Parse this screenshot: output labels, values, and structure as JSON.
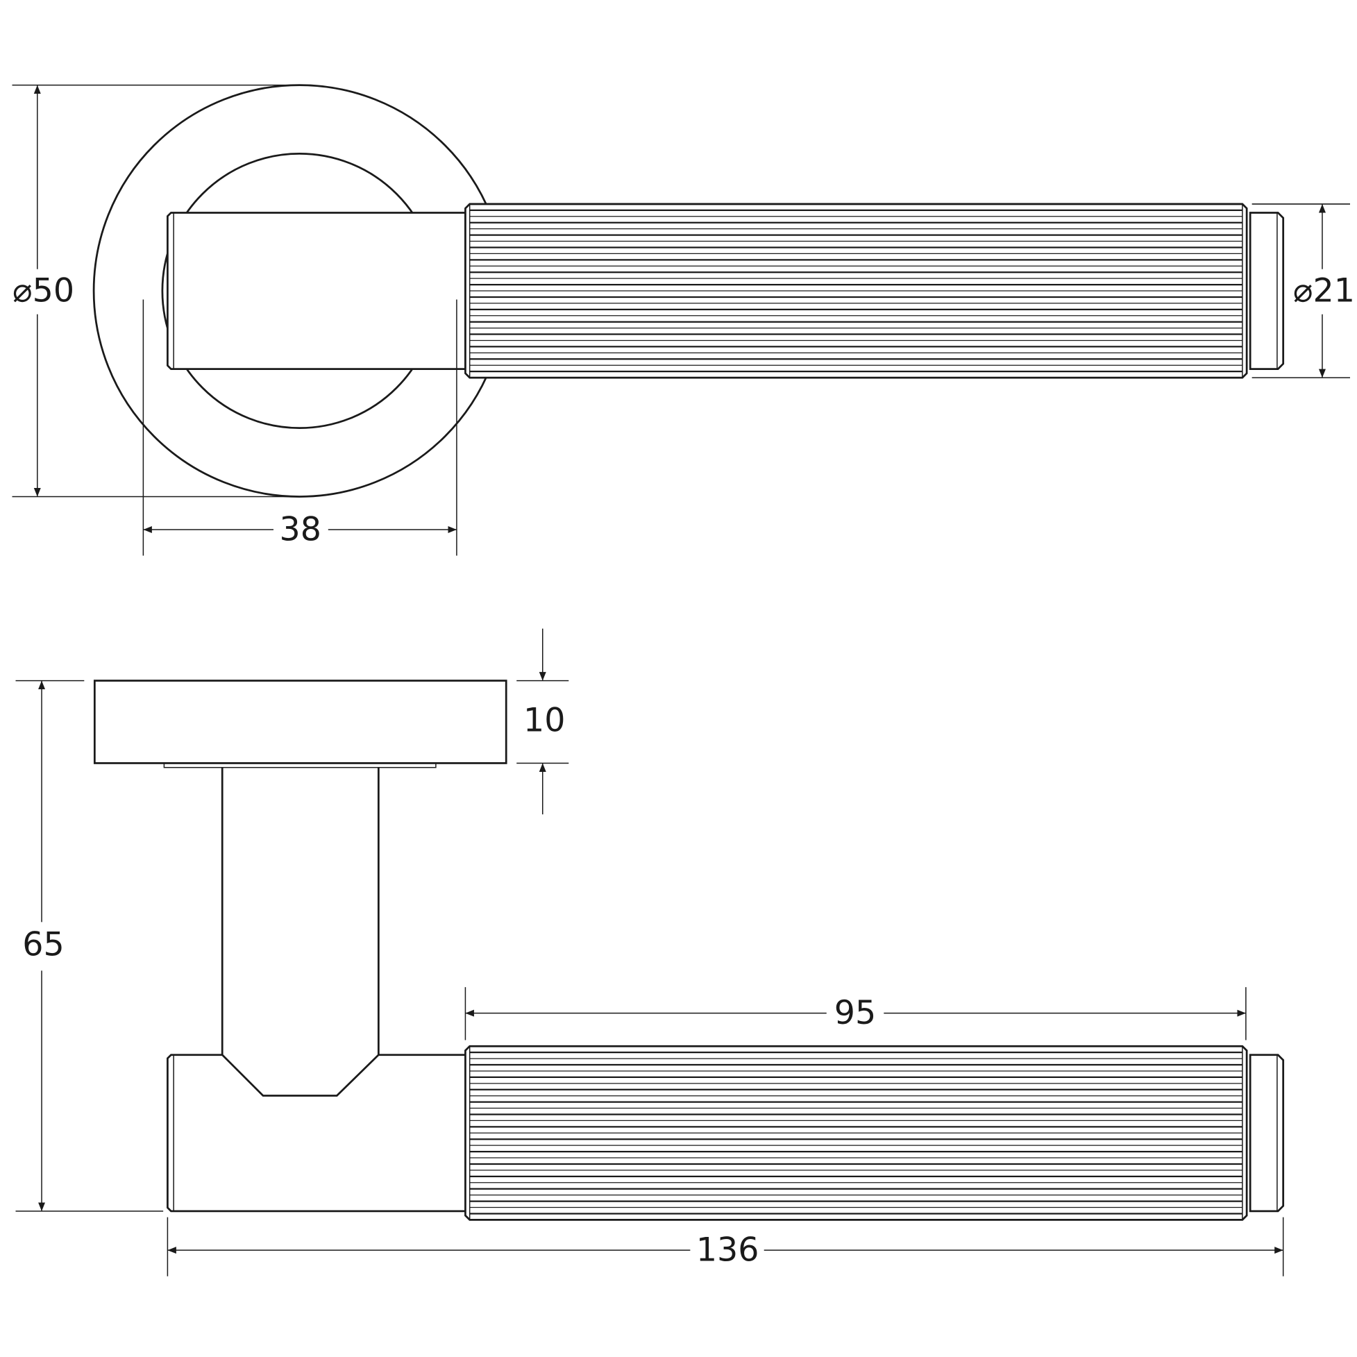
{
  "drawing": {
    "top_view": {
      "dimensions": {
        "rose_diameter": "⌀50",
        "lever_diameter": "⌀21",
        "shank_length": "38"
      }
    },
    "side_view": {
      "dimensions": {
        "rose_thickness": "10",
        "projection": "65",
        "grip_length": "95",
        "overall_length": "136"
      }
    }
  }
}
